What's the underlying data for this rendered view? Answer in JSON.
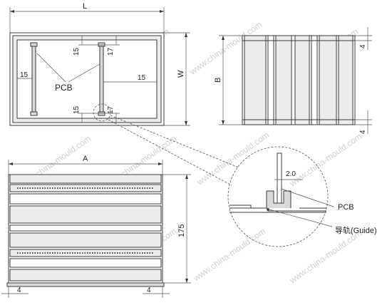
{
  "dimensions": {
    "L": "L",
    "W": "W",
    "B": "B",
    "A": "A",
    "pcb_top_offset_left": "15",
    "pcb_top_offset_right": "17",
    "pcb_side_left": "15",
    "pcb_side_right": "15",
    "pcb_bottom_offset_left": "15",
    "pcb_bottom_offset_right": "17",
    "height_175": "175",
    "side_guide_top": "4",
    "side_guide_bottom": "4",
    "base_left": "4",
    "base_right": "4",
    "guide_gap": "2.0"
  },
  "labels": {
    "pcb_top": "PCB",
    "pcb_detail": "PCB",
    "guide_detail": "导轨(Guide)"
  },
  "watermark": "www.china-mould.com"
}
